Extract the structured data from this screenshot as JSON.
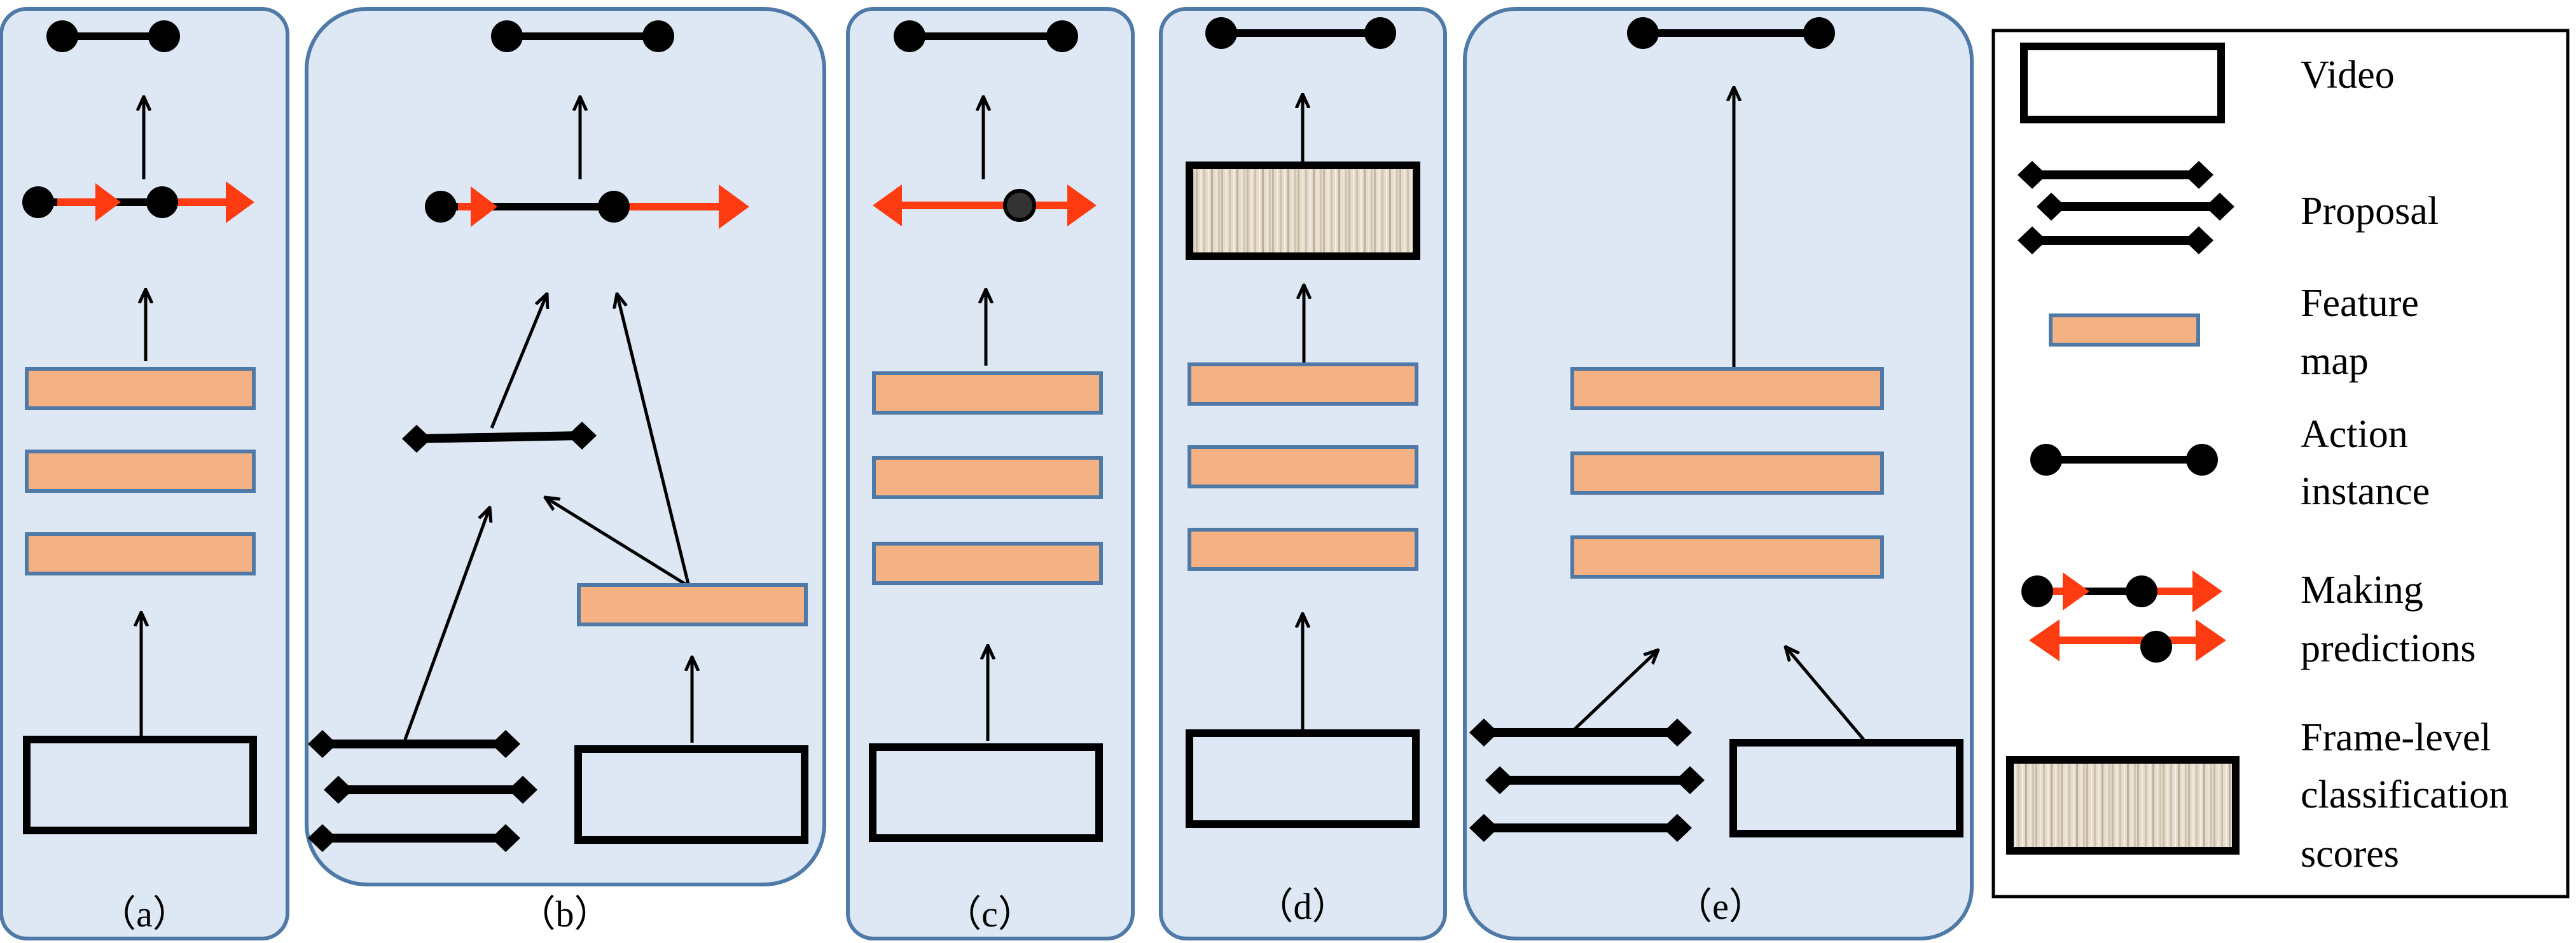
{
  "panels": [
    {
      "id": "a",
      "label": "（a）"
    },
    {
      "id": "b",
      "label": "（b）"
    },
    {
      "id": "c",
      "label": "（c）"
    },
    {
      "id": "d",
      "label": "（d）"
    },
    {
      "id": "e",
      "label": "（e）"
    }
  ],
  "legend": {
    "items": [
      {
        "key": "video",
        "lines": [
          "Video"
        ]
      },
      {
        "key": "proposal",
        "lines": [
          "Proposal"
        ]
      },
      {
        "key": "feature-map",
        "lines": [
          "Feature",
          "map"
        ]
      },
      {
        "key": "action-instance",
        "lines": [
          "Action",
          "instance"
        ]
      },
      {
        "key": "making-predictions",
        "lines": [
          "Making",
          "predictions"
        ]
      },
      {
        "key": "frame-level-scores",
        "lines": [
          "Frame-level",
          "classification",
          "scores"
        ]
      }
    ]
  },
  "colors": {
    "panel_fill": "#dde8f4",
    "panel_border": "#4f79a6",
    "feature_fill": "#f4b183",
    "feature_border": "#4f79a6",
    "prediction_arrow": "#ff3b12",
    "ink": "#000000"
  }
}
